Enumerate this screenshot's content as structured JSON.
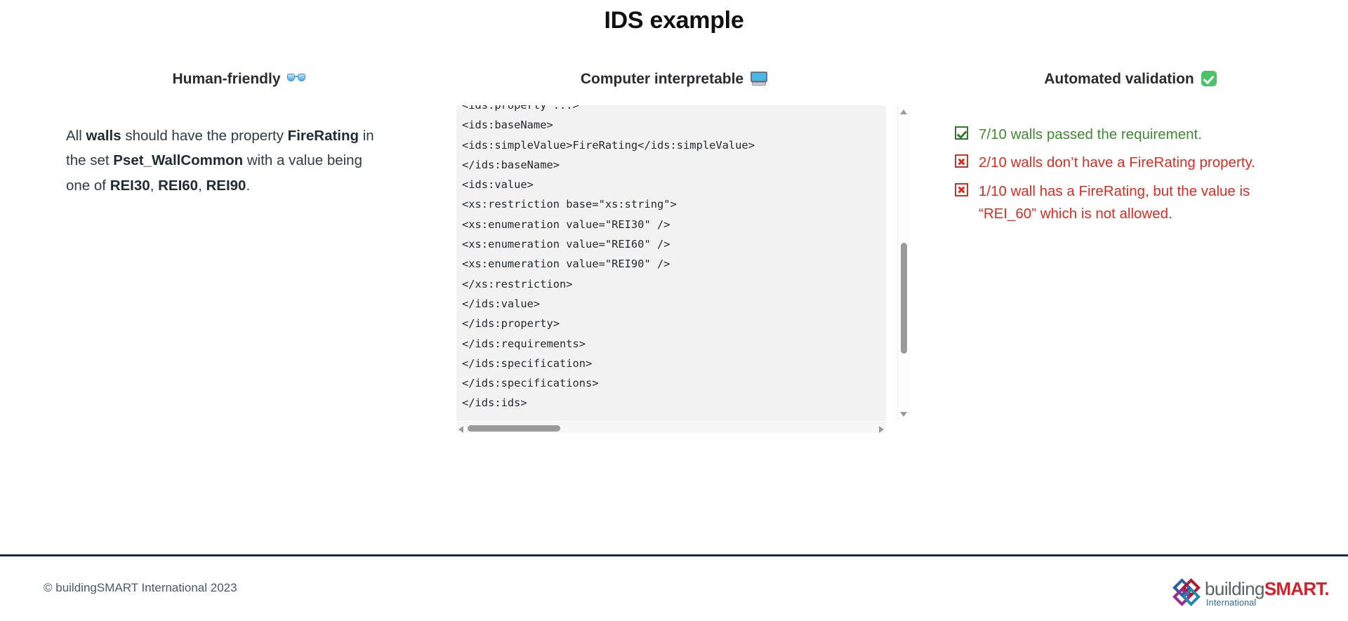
{
  "slide": {
    "title": "IDS example",
    "copyright": "© buildingSMART International 2023"
  },
  "columns": {
    "human": {
      "heading": "Human-friendly",
      "heading_icon": "glasses-icon",
      "body_parts": [
        {
          "text": "All ",
          "bold": false
        },
        {
          "text": "walls",
          "bold": true
        },
        {
          "text": " should have the property ",
          "bold": false
        },
        {
          "text": "FireRating",
          "bold": true
        },
        {
          "text": " in the set ",
          "bold": false
        },
        {
          "text": "Pset_WallCommon",
          "bold": true
        },
        {
          "text": " with a value being one of ",
          "bold": false
        },
        {
          "text": "REI30",
          "bold": true
        },
        {
          "text": ", ",
          "bold": false
        },
        {
          "text": "REI60",
          "bold": true
        },
        {
          "text": ", ",
          "bold": false
        },
        {
          "text": "REI90",
          "bold": true
        },
        {
          "text": ".",
          "bold": false
        }
      ]
    },
    "computer": {
      "heading": "Computer interpretable",
      "heading_icon": "monitor-icon",
      "code_lines": [
        "<ids:property ...>",
        "<ids:baseName>",
        "<ids:simpleValue>FireRating</ids:simpleValue>",
        "</ids:baseName>",
        "<ids:value>",
        "<xs:restriction base=\"xs:string\">",
        "<xs:enumeration value=\"REI30\" />",
        "<xs:enumeration value=\"REI60\" />",
        "<xs:enumeration value=\"REI90\" />",
        "</xs:restriction>",
        "</ids:value>",
        "</ids:property>",
        "</ids:requirements>",
        "</ids:specification>",
        "</ids:specifications>",
        "</ids:ids>"
      ],
      "scrollbars": {
        "vertical_up_icon": "scroll-up-arrow-icon",
        "vertical_down_icon": "scroll-down-arrow-icon",
        "horizontal_left_icon": "scroll-left-arrow-icon",
        "horizontal_right_icon": "scroll-right-arrow-icon"
      }
    },
    "validation": {
      "heading": "Automated validation",
      "heading_icon": "green-check-button-icon",
      "results": [
        {
          "status": "pass",
          "icon": "checked-box-icon",
          "text": "7/10 walls passed the requirement."
        },
        {
          "status": "fail",
          "icon": "crossed-box-icon",
          "text": "2/10 walls don’t have a FireRating property."
        },
        {
          "status": "fail",
          "icon": "crossed-box-icon",
          "text": "1/10 wall has a FireRating, but the value is “REI_60” which is not allowed."
        }
      ]
    }
  },
  "logo": {
    "word_building": "building",
    "word_smart": "SMART.",
    "word_international": "International"
  },
  "colors": {
    "pass_green": "#3f8a32",
    "fail_red": "#e02b20",
    "title_black": "#101010",
    "footer_rule": "#1d2b42",
    "code_bg": "#f2f2f2",
    "smart_red": "#d6202b",
    "international_blue": "#2a6ca8"
  }
}
